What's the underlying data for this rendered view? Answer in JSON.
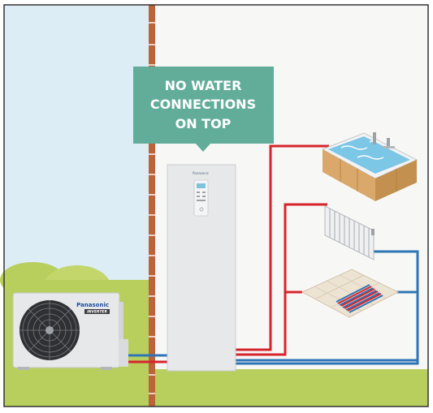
{
  "callout": {
    "line1": "NO WATER",
    "line2": "CONNECTIONS",
    "line3": "ON TOP"
  },
  "outdoor_unit": {
    "brand": "Panasonic",
    "badge": "INVERTER"
  },
  "indoor_unit": {
    "brand": "Panasonic"
  },
  "colors": {
    "sky": "#dcedf6",
    "interior": "#f7f8f6",
    "grass": "#b8cf5e",
    "brick": "#b9653a",
    "callout": "#62ad9a",
    "flow_pipe": "#d7242c",
    "return_pipe": "#2e75b6",
    "unit": "#e7e8ea"
  }
}
